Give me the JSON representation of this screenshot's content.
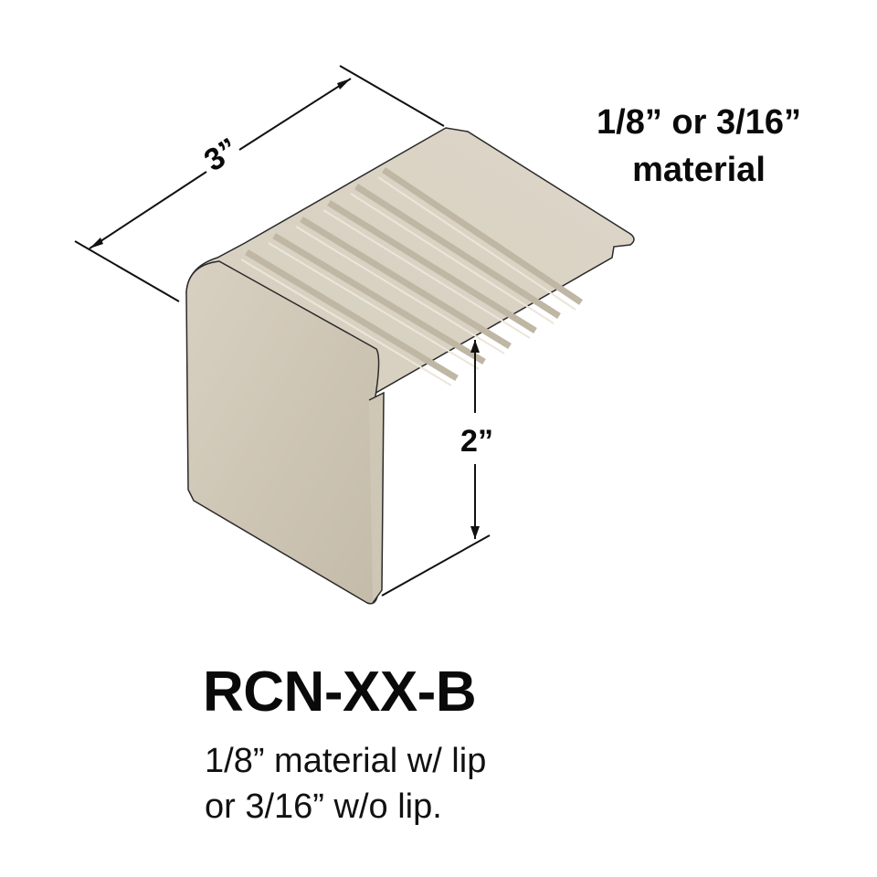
{
  "colors": {
    "background": "#ffffff",
    "part_light": "#ddd6c8",
    "part_mid": "#cfc7b6",
    "part_shadow": "#bcb3a1",
    "outline": "#1a1a1a",
    "text": "#0a0a0a"
  },
  "dimensions": {
    "width": {
      "label": "3”",
      "description": "tread depth dimension arrow"
    },
    "height": {
      "label": "2”",
      "description": "nosing height dimension arrow"
    }
  },
  "callout": {
    "line1": "1/8” or 3/16”",
    "line2": "material"
  },
  "product": {
    "code": "RCN-XX-B",
    "description_line1": "1/8” material w/ lip",
    "description_line2": "or 3/16” w/o lip."
  },
  "part": {
    "name": "stair nosing profile",
    "ribs": 6
  }
}
